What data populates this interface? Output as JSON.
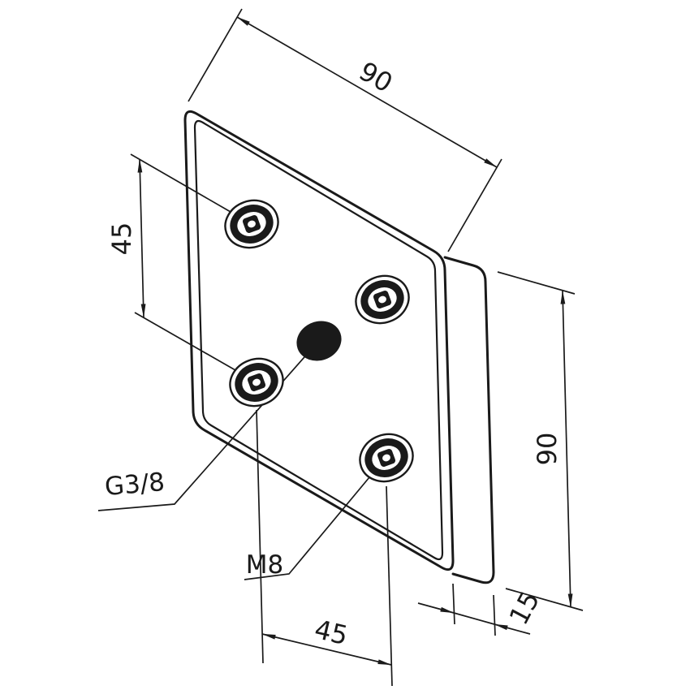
{
  "drawing": {
    "type": "technical-drawing",
    "part_name": "square-base-plate-with-socket-screws",
    "dimensions": {
      "width": "90",
      "height": "90",
      "thickness": "15",
      "hole_spacing_vertical": "45",
      "hole_spacing_horizontal": "45"
    },
    "labels": {
      "center_hole_thread": "G3/8",
      "screw_thread": "M8"
    },
    "colors": {
      "line": "#1a1a1a",
      "background": "#ffffff"
    }
  }
}
